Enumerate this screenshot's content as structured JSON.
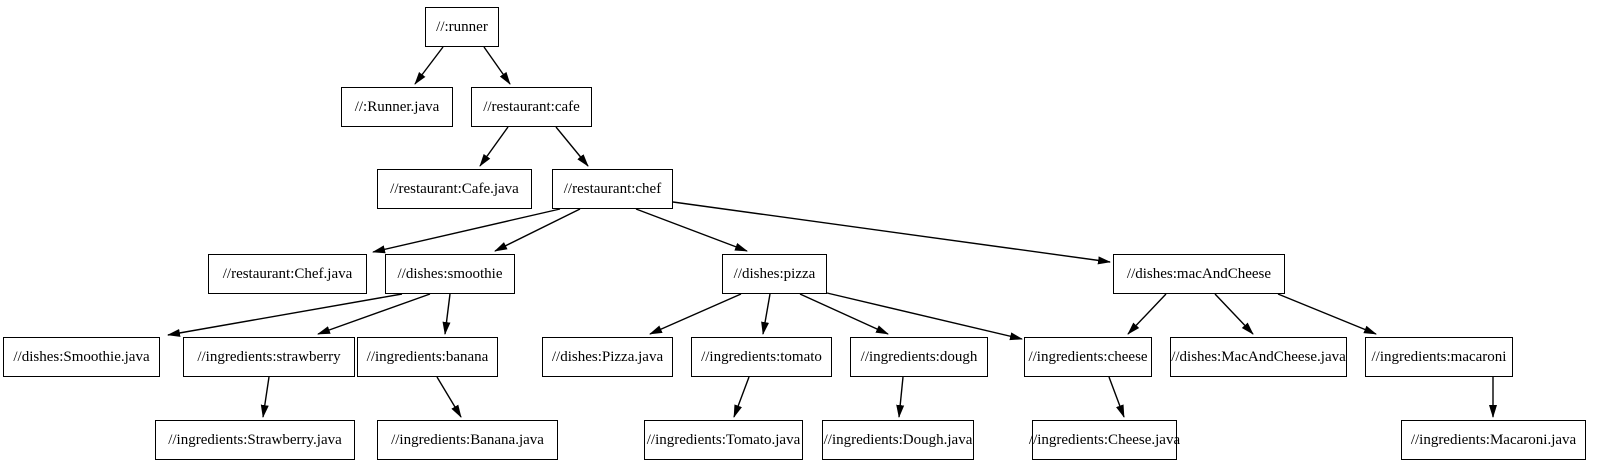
{
  "diagram": {
    "kind": "build-dependency-graph",
    "background_color": "#ffffff",
    "node_fill_color": "#ffffff",
    "node_border_color": "#000000",
    "text_color": "#000000",
    "edge_color": "#000000"
  },
  "nodes": [
    {
      "id": "runner",
      "label": "//:runner"
    },
    {
      "id": "runner_java",
      "label": "//:Runner.java"
    },
    {
      "id": "cafe",
      "label": "//restaurant:cafe"
    },
    {
      "id": "cafe_java",
      "label": "//restaurant:Cafe.java"
    },
    {
      "id": "chef",
      "label": "//restaurant:chef"
    },
    {
      "id": "chef_java",
      "label": "//restaurant:Chef.java"
    },
    {
      "id": "smoothie",
      "label": "//dishes:smoothie"
    },
    {
      "id": "pizza",
      "label": "//dishes:pizza"
    },
    {
      "id": "mac_and_cheese",
      "label": "//dishes:macAndCheese"
    },
    {
      "id": "smoothie_java",
      "label": "//dishes:Smoothie.java"
    },
    {
      "id": "strawberry",
      "label": "//ingredients:strawberry"
    },
    {
      "id": "banana",
      "label": "//ingredients:banana"
    },
    {
      "id": "pizza_java",
      "label": "//dishes:Pizza.java"
    },
    {
      "id": "tomato",
      "label": "//ingredients:tomato"
    },
    {
      "id": "dough",
      "label": "//ingredients:dough"
    },
    {
      "id": "cheese",
      "label": "//ingredients:cheese"
    },
    {
      "id": "mac_and_cheese_java",
      "label": "//dishes:MacAndCheese.java"
    },
    {
      "id": "macaroni",
      "label": "//ingredients:macaroni"
    },
    {
      "id": "strawberry_java",
      "label": "//ingredients:Strawberry.java"
    },
    {
      "id": "banana_java",
      "label": "//ingredients:Banana.java"
    },
    {
      "id": "tomato_java",
      "label": "//ingredients:Tomato.java"
    },
    {
      "id": "dough_java",
      "label": "//ingredients:Dough.java"
    },
    {
      "id": "cheese_java",
      "label": "//ingredients:Cheese.java"
    },
    {
      "id": "macaroni_java",
      "label": "//ingredients:Macaroni.java"
    }
  ],
  "edges": [
    {
      "from": "runner",
      "to": "runner_java"
    },
    {
      "from": "runner",
      "to": "cafe"
    },
    {
      "from": "cafe",
      "to": "cafe_java"
    },
    {
      "from": "cafe",
      "to": "chef"
    },
    {
      "from": "chef",
      "to": "chef_java"
    },
    {
      "from": "chef",
      "to": "smoothie"
    },
    {
      "from": "chef",
      "to": "pizza"
    },
    {
      "from": "chef",
      "to": "mac_and_cheese"
    },
    {
      "from": "smoothie",
      "to": "smoothie_java"
    },
    {
      "from": "smoothie",
      "to": "strawberry"
    },
    {
      "from": "smoothie",
      "to": "banana"
    },
    {
      "from": "pizza",
      "to": "pizza_java"
    },
    {
      "from": "pizza",
      "to": "tomato"
    },
    {
      "from": "pizza",
      "to": "dough"
    },
    {
      "from": "pizza",
      "to": "cheese"
    },
    {
      "from": "mac_and_cheese",
      "to": "cheese"
    },
    {
      "from": "mac_and_cheese",
      "to": "mac_and_cheese_java"
    },
    {
      "from": "mac_and_cheese",
      "to": "macaroni"
    },
    {
      "from": "strawberry",
      "to": "strawberry_java"
    },
    {
      "from": "banana",
      "to": "banana_java"
    },
    {
      "from": "tomato",
      "to": "tomato_java"
    },
    {
      "from": "dough",
      "to": "dough_java"
    },
    {
      "from": "cheese",
      "to": "cheese_java"
    },
    {
      "from": "macaroni",
      "to": "macaroni_java"
    }
  ]
}
